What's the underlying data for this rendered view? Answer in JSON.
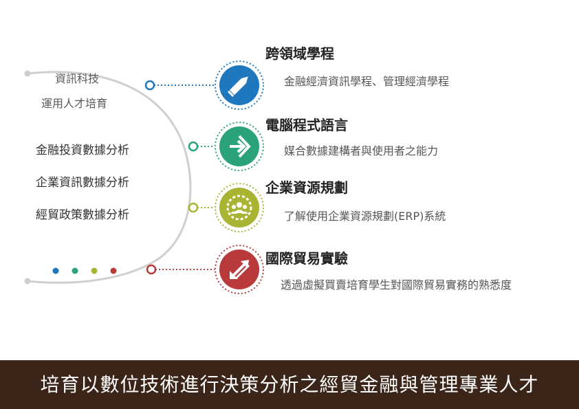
{
  "colors": {
    "blue": "#1f78be",
    "green": "#2aa37a",
    "olive": "#a9b532",
    "red": "#b83a3a",
    "arc": "#cfcfcf",
    "banner_bg": "#3b2418"
  },
  "left": {
    "intro_line1": "資訊科技",
    "intro_line2": "運用人才培育",
    "items": [
      "金融投資數據分析",
      "企業資訊數據分析",
      "經貿政策數據分析"
    ]
  },
  "nodes": [
    {
      "title": "跨領域學程",
      "desc": "金融經濟資訊學程、管理經濟學程",
      "icon": "pencil-icon",
      "color": "#1f78be"
    },
    {
      "title": "電腦程式語言",
      "desc": "媒合數據建構者與使用者之能力",
      "icon": "enter-arrow-icon",
      "color": "#2aa37a"
    },
    {
      "title": "企業資源規劃",
      "desc": "了解使用企業資源規劃(ERP)系統",
      "icon": "team-gear-icon",
      "color": "#a9b532"
    },
    {
      "title": "國際貿易實驗",
      "desc": "透過虛擬買賣培育學生對國際貿易實務的熟悉度",
      "icon": "trade-arrows-icon",
      "color": "#b83a3a"
    }
  ],
  "dots": [
    "#1f78be",
    "#2aa37a",
    "#a9b532",
    "#b83a3a"
  ],
  "banner": {
    "text": "培育以數位技術進行決策分析之經貿金融與管理專業人才"
  }
}
